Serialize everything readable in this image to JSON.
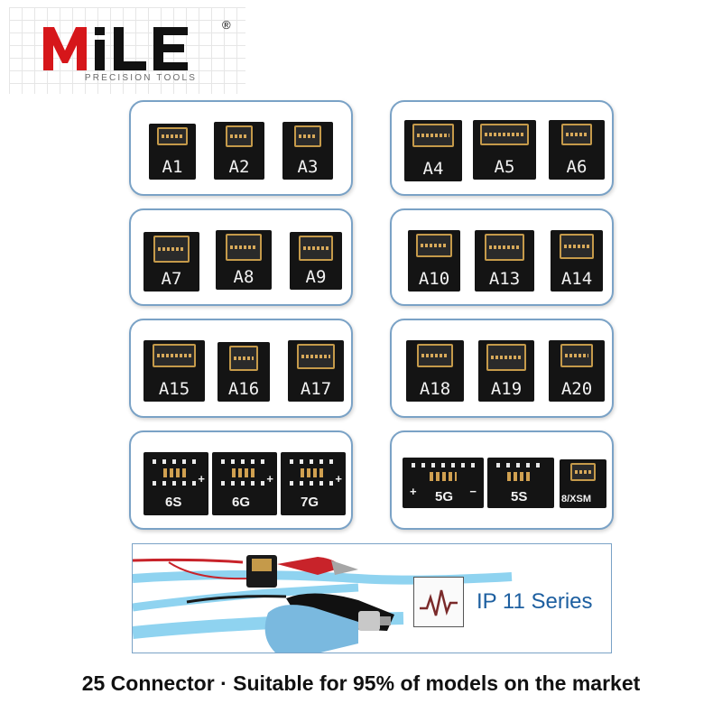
{
  "brand": {
    "name": "MILE",
    "subtitle": "PRECISION   TOOLS",
    "registered": "®"
  },
  "connector_groups": [
    {
      "labels": [
        "A1",
        "A2",
        "A3"
      ]
    },
    {
      "labels": [
        "A4",
        "A5",
        "A6"
      ]
    },
    {
      "labels": [
        "A7",
        "A8",
        "A9"
      ]
    },
    {
      "labels": [
        "A10",
        "A13",
        "A14"
      ]
    },
    {
      "labels": [
        "A15",
        "A16",
        "A17"
      ]
    },
    {
      "labels": [
        "A18",
        "A19",
        "A20"
      ]
    },
    {
      "labels": [
        "6S",
        "6G",
        "7G"
      ]
    },
    {
      "labels": [
        "5G",
        "5S",
        "8/XSM"
      ]
    }
  ],
  "cable": {
    "series_icon": "waveform-icon",
    "series_label": "IP 11 Series"
  },
  "caption": "25 Connector · Suitable for 95% of models on the market",
  "colors": {
    "panel_border": "#7aa2c6",
    "chip": "#141414",
    "gold": "#c59a4a",
    "cable": "#8fd3f0",
    "series_text": "#1d5fa0"
  }
}
